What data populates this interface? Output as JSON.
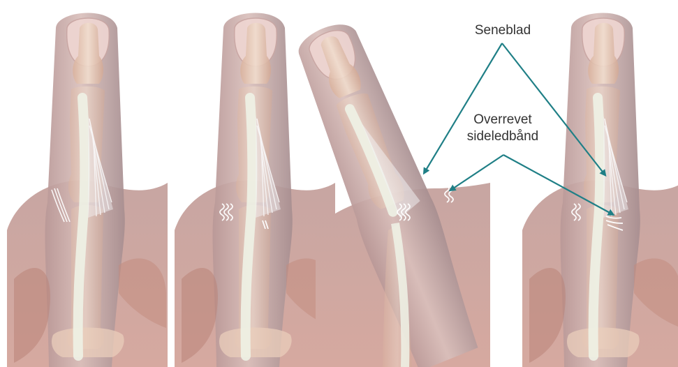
{
  "labels": {
    "tendon_sheet": "Seneblad",
    "torn_ligament_line1": "Overrevet",
    "torn_ligament_line2": "sideledbånd"
  },
  "colors": {
    "arrow": "#1f7f86",
    "skin": "#c9a9a4",
    "skin_shadow": "#a98d8c",
    "bone": "#e4c6b3",
    "tendon": "#eef2e6",
    "ligament": "#f4f4f6",
    "nail": "#efd6d2"
  },
  "panels": [
    {
      "name": "finger-1",
      "state": "normal"
    },
    {
      "name": "finger-2",
      "state": "ligament-torn"
    },
    {
      "name": "finger-3",
      "state": "bent-with-tear"
    },
    {
      "name": "finger-4",
      "state": "tendon-sheet-torn"
    }
  ]
}
